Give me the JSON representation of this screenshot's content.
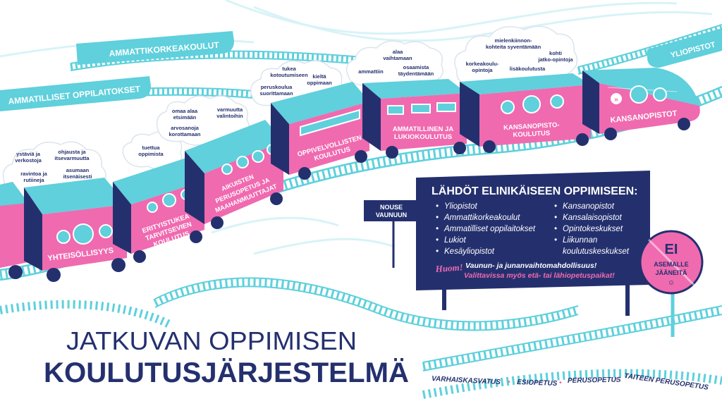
{
  "title": {
    "line1": "JATKUVAN OPPIMISEN",
    "line2": "KOULUTUSJÄRJESTELMÄ"
  },
  "tracks": {
    "amk": "AMMATTIKORKEAKOULUT",
    "oppilaitokset": "AMMATILLISET OPPILAITOKSET",
    "yliopistot": "YLIOPISTOT"
  },
  "wagons": {
    "w1": [
      "YHTEISÖLLISYYS"
    ],
    "w2": [
      "ERITYISTUKEA",
      "TARVITSEVIEN",
      "KOULUTUS"
    ],
    "w3": [
      "AIKUISTEN",
      "PERUSOPETUS JA",
      "MAAHANMUUTTAJAT"
    ],
    "w4": [
      "OPPIVELVOLLISTEN",
      "KOULUTUS"
    ],
    "w5": [
      "AMMATILLINEN JA",
      "LUKIOKOULUTUS"
    ],
    "w6": [
      "KANSANOPISTO-",
      "KOULUTUS"
    ],
    "loco": [
      "KANSANOPISTOT"
    ]
  },
  "clouds": {
    "c1": [
      [
        "ystäviä ja",
        "verkostoja"
      ],
      [
        "ohjausta ja",
        "itsevarmuutta"
      ],
      [
        "ravintoa ja",
        "rutiineja"
      ],
      [
        "asumaan",
        "itsenäisesti"
      ]
    ],
    "c2": [
      [
        "tuettua",
        "oppimista"
      ]
    ],
    "c3": [
      [
        "omaa alaa",
        "etsimään"
      ],
      [
        "arvosanoja",
        "korottamaan"
      ],
      [
        "varmuutta",
        "valintoihin"
      ]
    ],
    "c4": [
      [
        "tukea",
        "kotoutumiseen"
      ],
      [
        "kieltä",
        "oppimaan"
      ],
      [
        "peruskoulua",
        "suorittamaan"
      ]
    ],
    "c5": [
      [
        "alaa",
        "vaihtamaan"
      ],
      [
        "ammattiin"
      ],
      [
        "osaamista",
        "täydentämään"
      ]
    ],
    "c6": [
      [
        "mielenkiinnon-",
        "kohteita syventämään"
      ],
      [
        "korkeakoulu-",
        "opintoja"
      ],
      [
        "kohti",
        "jatko-opintoja"
      ],
      [
        "lisäkoulutusta"
      ]
    ]
  },
  "sign": {
    "label": [
      "NOUSE",
      "VAUNUUN"
    ]
  },
  "board": {
    "title": "LÄHDÖT ELINIKÄISEEN OPPIMISEEN:",
    "col1": [
      "Yliopistot",
      "Ammattikorkeakoulut",
      "Ammatilliset oppilaitokset",
      "Lukiot",
      "Kesäyliopistot"
    ],
    "col2": [
      "Kansanopistot",
      "Kansalaisopistot",
      "Opintokeskukset",
      "Liikunnan",
      "koulutuskeskukset"
    ],
    "huom": "Huom!",
    "note1": "Vaunun- ja junanvaihtomahdollisuus!",
    "note2": "Valittavissa myös etä- tai lähiopetuspaikat!"
  },
  "stop_sign": [
    "EI",
    "ASEMALLE",
    "JÄÄNEITÄ",
    "☺"
  ],
  "bottom_track": [
    "VARHAISKASVATUS",
    "ESIOPETUS",
    "PERUSOPETUS",
    "TAITEEN PERUSOPETUS"
  ],
  "colors": {
    "navy": "#24306e",
    "pink": "#f06ab0",
    "cyan": "#5fd0dc",
    "lightcyan": "#d8f3f7"
  }
}
